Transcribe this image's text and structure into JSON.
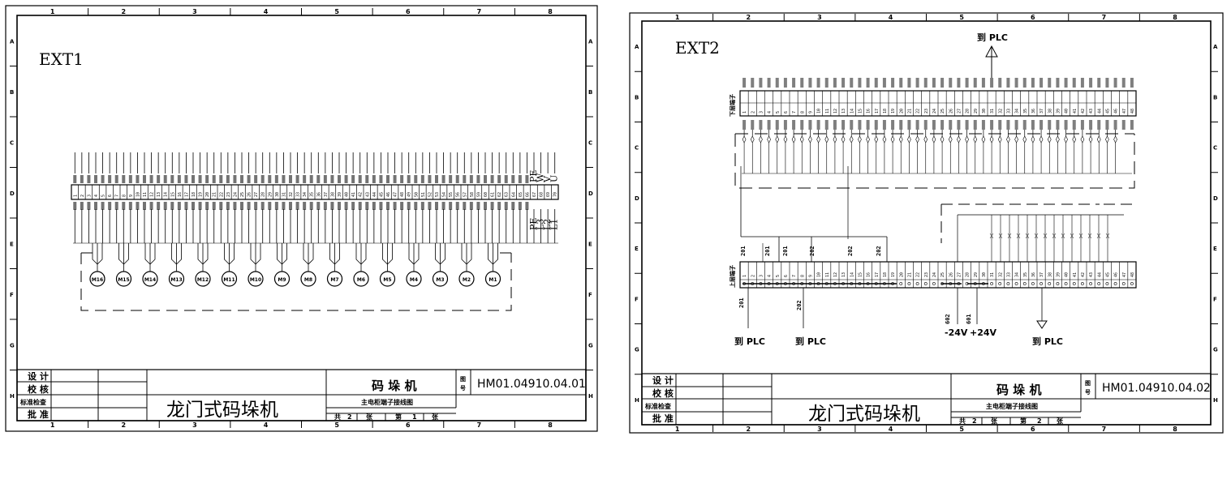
{
  "sheets": [
    {
      "id": "sheet1",
      "label": "EXT1",
      "title_block": {
        "role_rows": [
          "设 计",
          "校 核",
          "标准检查",
          "批 准"
        ],
        "product": "码 垛 机",
        "drawing_no_label": "图号",
        "drawing_no": "HM01.04910.04.01",
        "machine": "龙门式码垛机",
        "drawing_title": "主电柜端子接线图",
        "total_label": "共",
        "total": "2",
        "unit1": "张",
        "sheet_label": "第",
        "sheet_no": "1",
        "unit2": "张"
      },
      "grid_cols": [
        "1",
        "2",
        "3",
        "4",
        "5",
        "6",
        "7",
        "8"
      ],
      "grid_rows": [
        "A",
        "B",
        "C",
        "D",
        "E",
        "F",
        "G",
        "H"
      ],
      "terminals": {
        "top_special": [
          "PE",
          "W",
          "V",
          "U"
        ],
        "bottom_special": [
          "PE",
          "L3",
          "L2",
          "L1"
        ],
        "last_numbers": [
          "67",
          "68",
          "69",
          "70"
        ]
      },
      "motors": [
        "M16",
        "M15",
        "M14",
        "M13",
        "M12",
        "M11",
        "M10",
        "M9",
        "M8",
        "M7",
        "M6",
        "M5",
        "M4",
        "M3",
        "M2",
        "M1"
      ]
    },
    {
      "id": "sheet2",
      "label": "EXT2",
      "title_block": {
        "role_rows": [
          "设 计",
          "校 核",
          "标准检查",
          "批 准"
        ],
        "product": "码 垛 机",
        "drawing_no_label": "图号",
        "drawing_no": "HM01.04910.04.02",
        "machine": "龙门式码垛机",
        "drawing_title": "主电柜端子接线图",
        "total_label": "共",
        "total": "2",
        "unit1": "张",
        "sheet_label": "第",
        "sheet_no": "2",
        "unit2": "张"
      },
      "grid_cols": [
        "1",
        "2",
        "3",
        "4",
        "5",
        "6",
        "7",
        "8"
      ],
      "grid_rows": [
        "A",
        "B",
        "C",
        "D",
        "E",
        "F",
        "G",
        "H"
      ],
      "upper_strip_label": "下层端子",
      "lower_strip_label": "上层端子",
      "to_plc_top": "到 PLC",
      "to_plc_bottom": [
        "到 PLC",
        "到 PLC",
        "到 PLC"
      ],
      "power_labels": [
        "-24V",
        "+24V"
      ],
      "wire_labels_left": [
        "201",
        "201",
        "201",
        "202",
        "202",
        "202"
      ],
      "wire_labels_lower": [
        "201",
        "202",
        "602",
        "601"
      ]
    }
  ]
}
